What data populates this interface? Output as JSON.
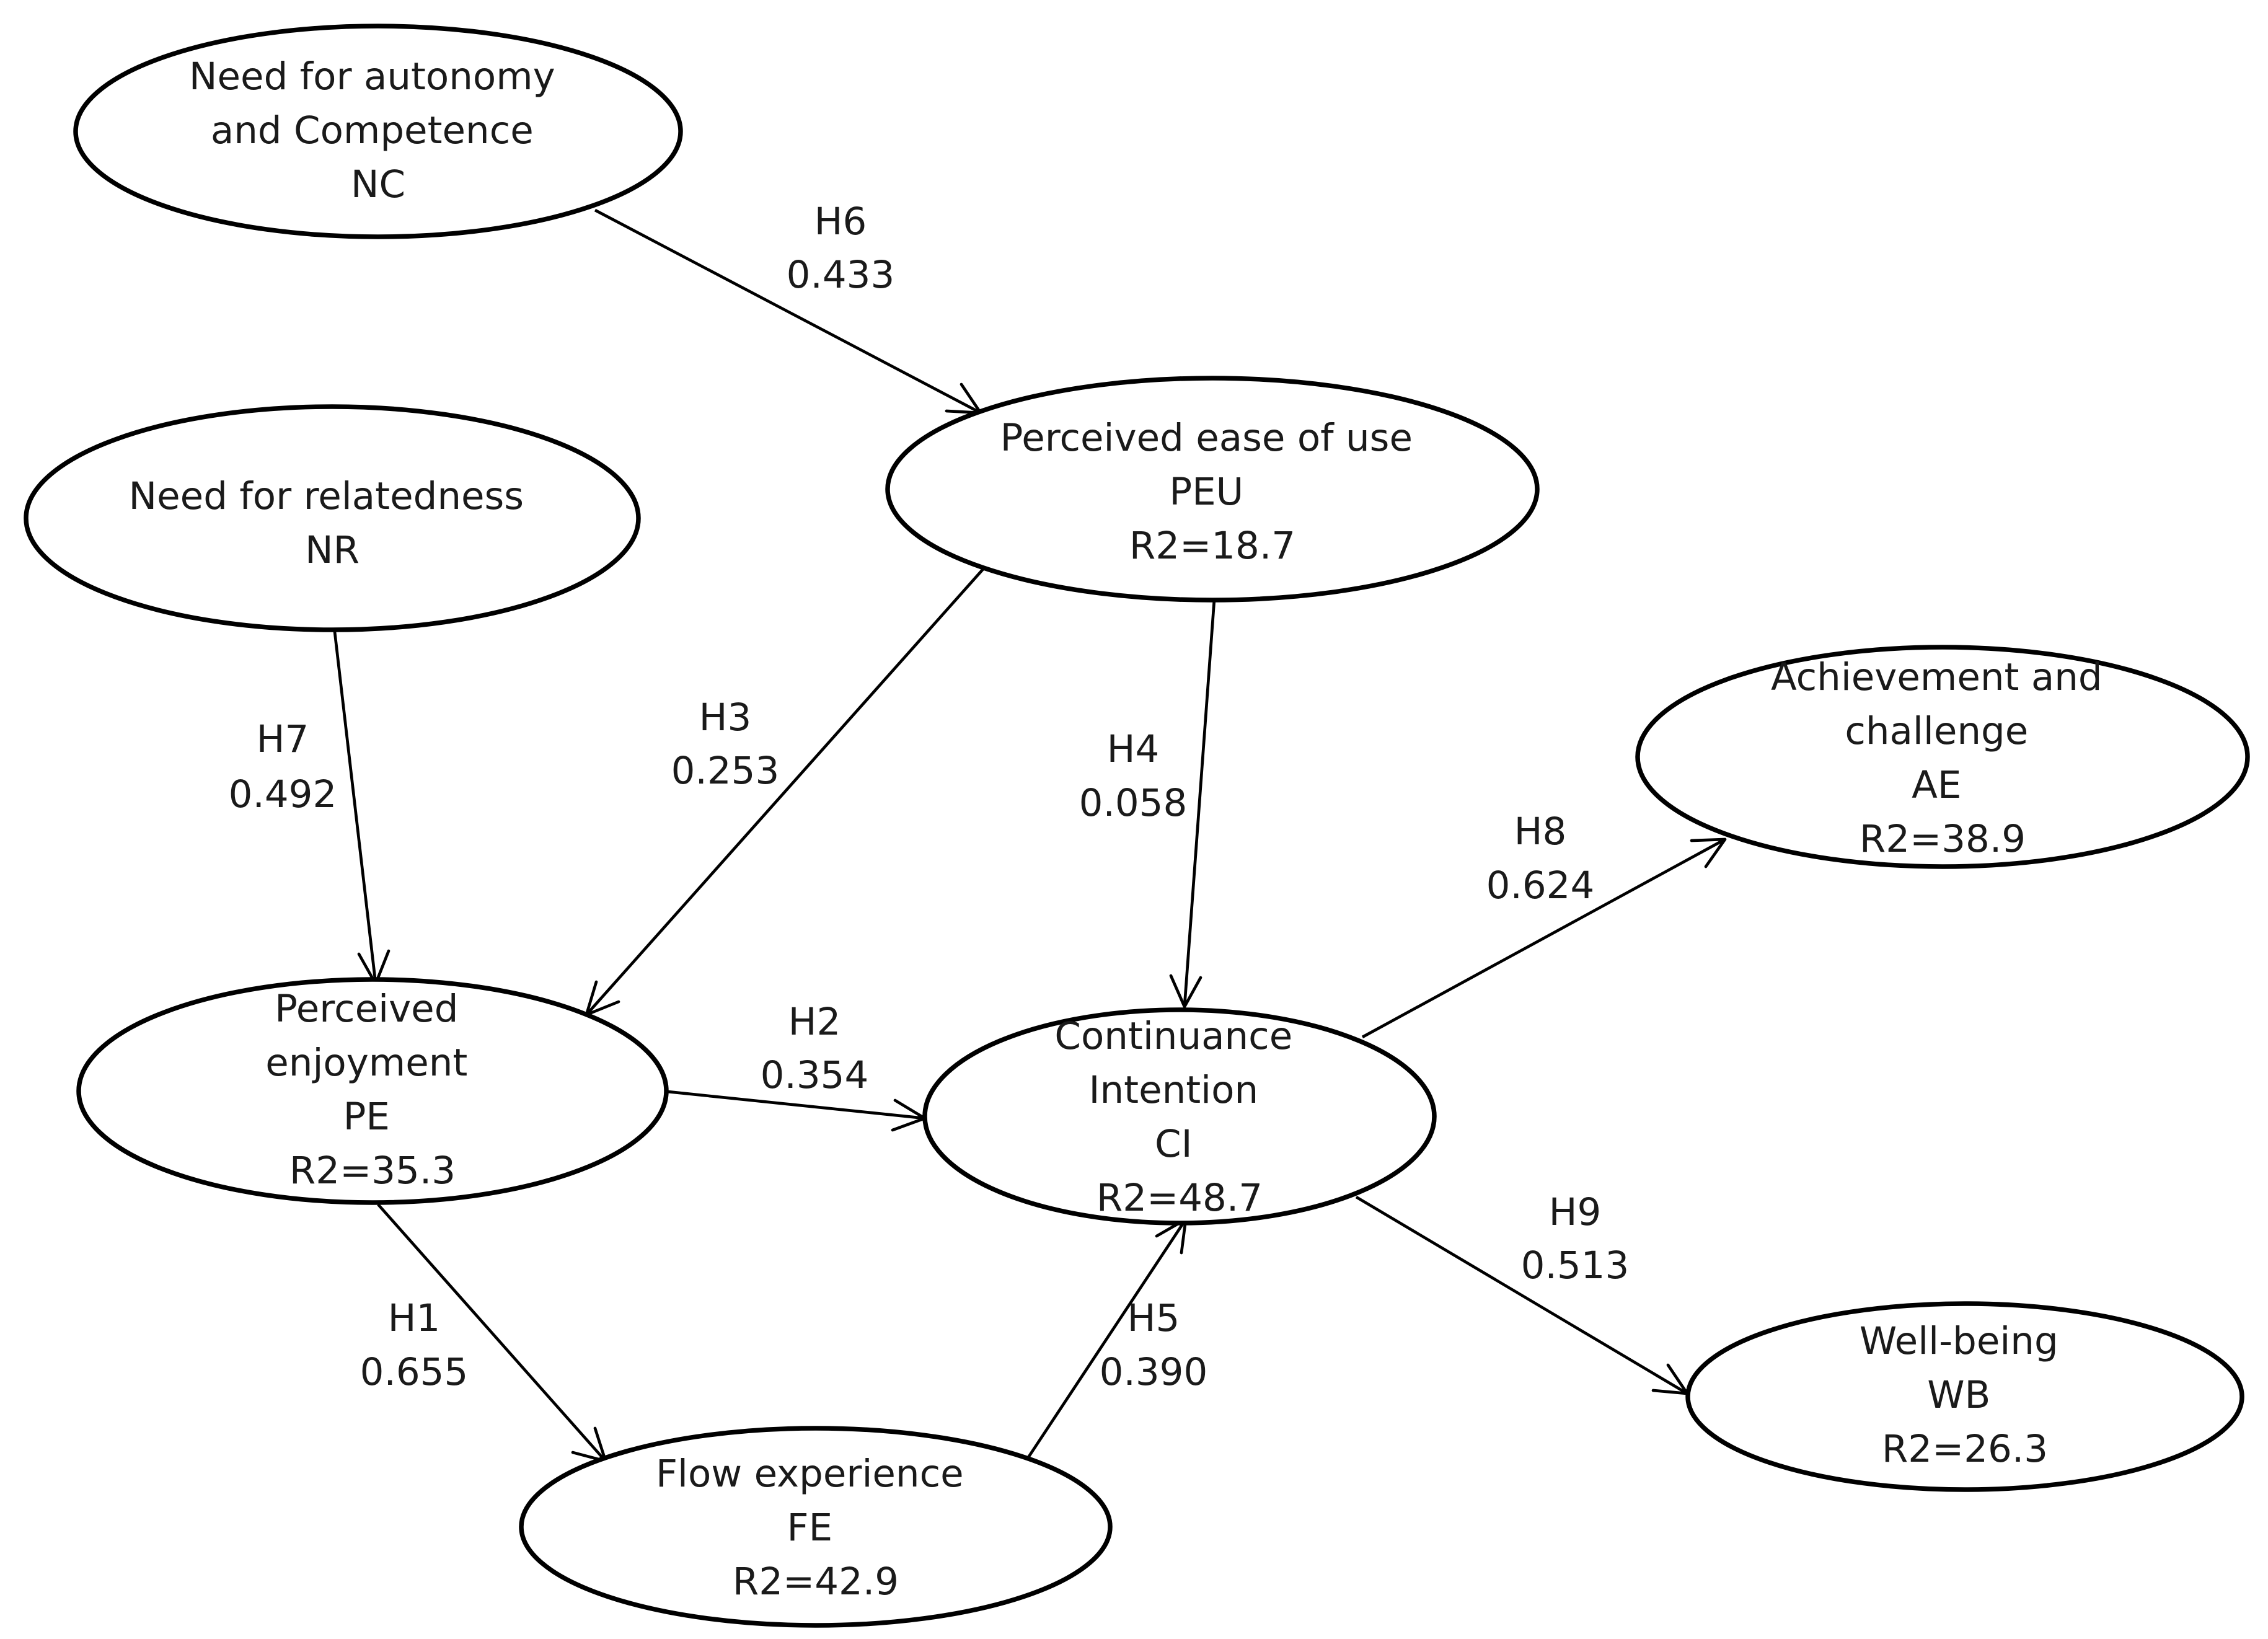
{
  "nodes": {
    "nc": {
      "lines": [
        "Need for autonomy",
        "and Competence",
        "NC"
      ]
    },
    "nr": {
      "lines": [
        "Need for relatedness",
        "NR"
      ]
    },
    "peu": {
      "lines": [
        "Perceived ease  of use",
        "PEU",
        "R2=18.7"
      ]
    },
    "pe": {
      "lines": [
        "Perceived",
        "enjoyment",
        "PE",
        "R2=35.3"
      ]
    },
    "ci": {
      "lines": [
        "Continuance",
        "Intention",
        "CI",
        "R2=48.7"
      ]
    },
    "ae": {
      "lines": [
        "Achievement and",
        "challenge",
        "AE",
        "R2=38.9"
      ]
    },
    "fe": {
      "lines": [
        "Flow experience",
        "FE",
        "R2=42.9"
      ]
    },
    "wb": {
      "lines": [
        "Well-being",
        "WB",
        "R2=26.3"
      ]
    }
  },
  "paths": {
    "h1": {
      "from": "PE",
      "to": "FE",
      "label": "H1",
      "coefficient": "0.655"
    },
    "h2": {
      "from": "PE",
      "to": "CI",
      "label": "H2",
      "coefficient": "0.354"
    },
    "h3": {
      "from": "PEU",
      "to": "PE",
      "label": "H3",
      "coefficient": "0.253"
    },
    "h4": {
      "from": "PEU",
      "to": "CI",
      "label": "H4",
      "coefficient": "0.058"
    },
    "h5": {
      "from": "FE",
      "to": "CI",
      "label": "H5",
      "coefficient": "0.390"
    },
    "h6": {
      "from": "NC",
      "to": "PEU",
      "label": "H6",
      "coefficient": "0.433"
    },
    "h7": {
      "from": "NR",
      "to": "PE",
      "label": "H7",
      "coefficient": "0.492"
    },
    "h8": {
      "from": "CI",
      "to": "AE",
      "label": "H8",
      "coefficient": "0.624"
    },
    "h9": {
      "from": "CI",
      "to": "WB",
      "label": "H9",
      "coefficient": "0.513"
    }
  }
}
